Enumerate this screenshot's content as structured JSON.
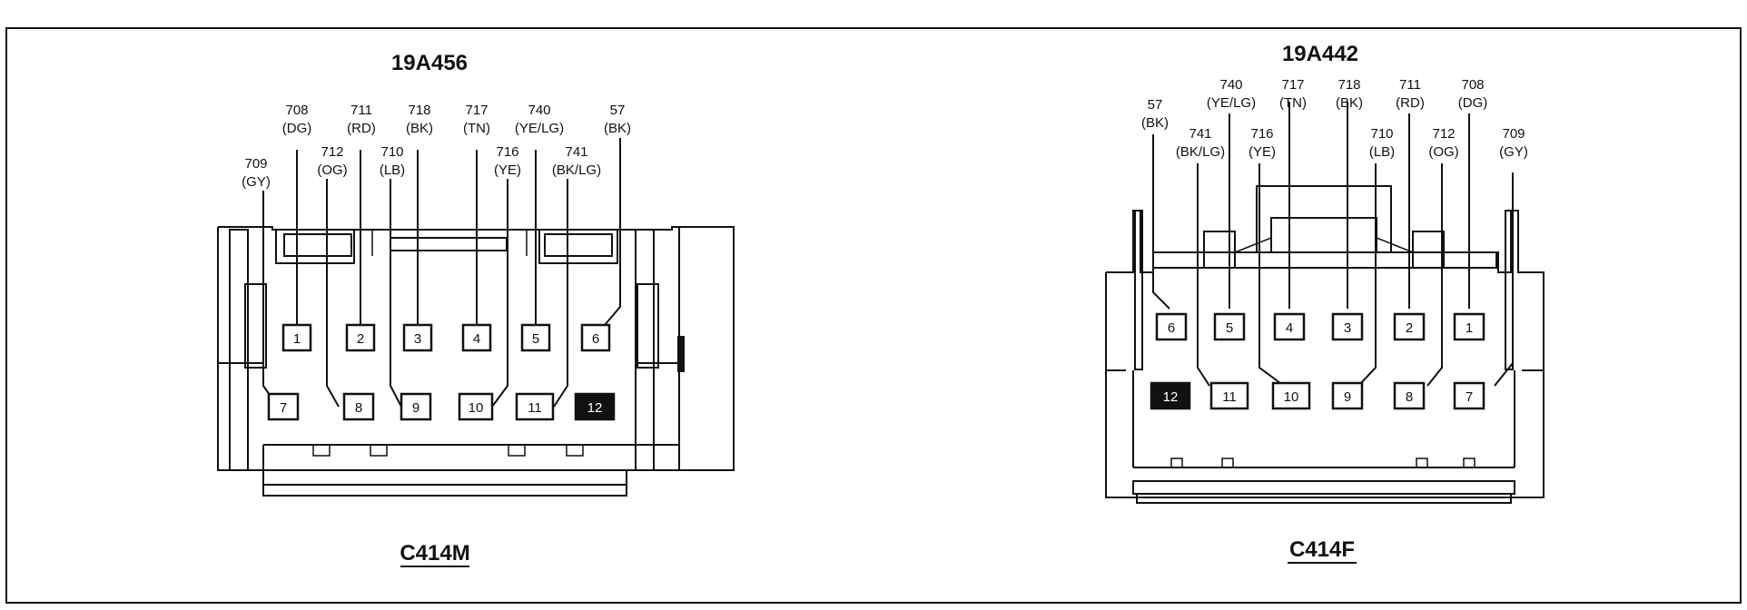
{
  "connectors": [
    {
      "id": "c414m",
      "part_number": "19A456",
      "connector_label": "C414M",
      "pins": [
        {
          "num": "1",
          "circuit": "708",
          "color": "(DG)",
          "filled": false
        },
        {
          "num": "2",
          "circuit": "711",
          "color": "(RD)",
          "filled": false
        },
        {
          "num": "3",
          "circuit": "718",
          "color": "(BK)",
          "filled": false
        },
        {
          "num": "4",
          "circuit": "717",
          "color": "(TN)",
          "filled": false
        },
        {
          "num": "5",
          "circuit": "740",
          "color": "(YE/LG)",
          "filled": false
        },
        {
          "num": "6",
          "circuit": "57",
          "color": "(BK)",
          "filled": false
        },
        {
          "num": "7",
          "circuit": "709",
          "color": "(GY)",
          "filled": false
        },
        {
          "num": "8",
          "circuit": "712",
          "color": "(OG)",
          "filled": false
        },
        {
          "num": "9",
          "circuit": "710",
          "color": "(LB)",
          "filled": false
        },
        {
          "num": "10",
          "circuit": "716",
          "color": "(YE)",
          "filled": false
        },
        {
          "num": "11",
          "circuit": "741",
          "color": "(BK/LG)",
          "filled": false
        },
        {
          "num": "12",
          "circuit": "",
          "color": "",
          "filled": true
        }
      ]
    },
    {
      "id": "c414f",
      "part_number": "19A442",
      "connector_label": "C414F",
      "pins": [
        {
          "num": "6",
          "circuit": "57",
          "color": "(BK)",
          "filled": false
        },
        {
          "num": "5",
          "circuit": "740",
          "color": "(YE/LG)",
          "filled": false
        },
        {
          "num": "4",
          "circuit": "717",
          "color": "(TN)",
          "filled": false
        },
        {
          "num": "3",
          "circuit": "718",
          "color": "(BK)",
          "filled": false
        },
        {
          "num": "2",
          "circuit": "711",
          "color": "(RD)",
          "filled": false
        },
        {
          "num": "1",
          "circuit": "708",
          "color": "(DG)",
          "filled": false
        },
        {
          "num": "12",
          "circuit": "",
          "color": "",
          "filled": true
        },
        {
          "num": "11",
          "circuit": "741",
          "color": "(BK/LG)",
          "filled": false
        },
        {
          "num": "10",
          "circuit": "716",
          "color": "(YE)",
          "filled": false
        },
        {
          "num": "9",
          "circuit": "710",
          "color": "(LB)",
          "filled": false
        },
        {
          "num": "8",
          "circuit": "712",
          "color": "(OG)",
          "filled": false
        },
        {
          "num": "7",
          "circuit": "709",
          "color": "(GY)",
          "filled": false
        }
      ]
    }
  ]
}
